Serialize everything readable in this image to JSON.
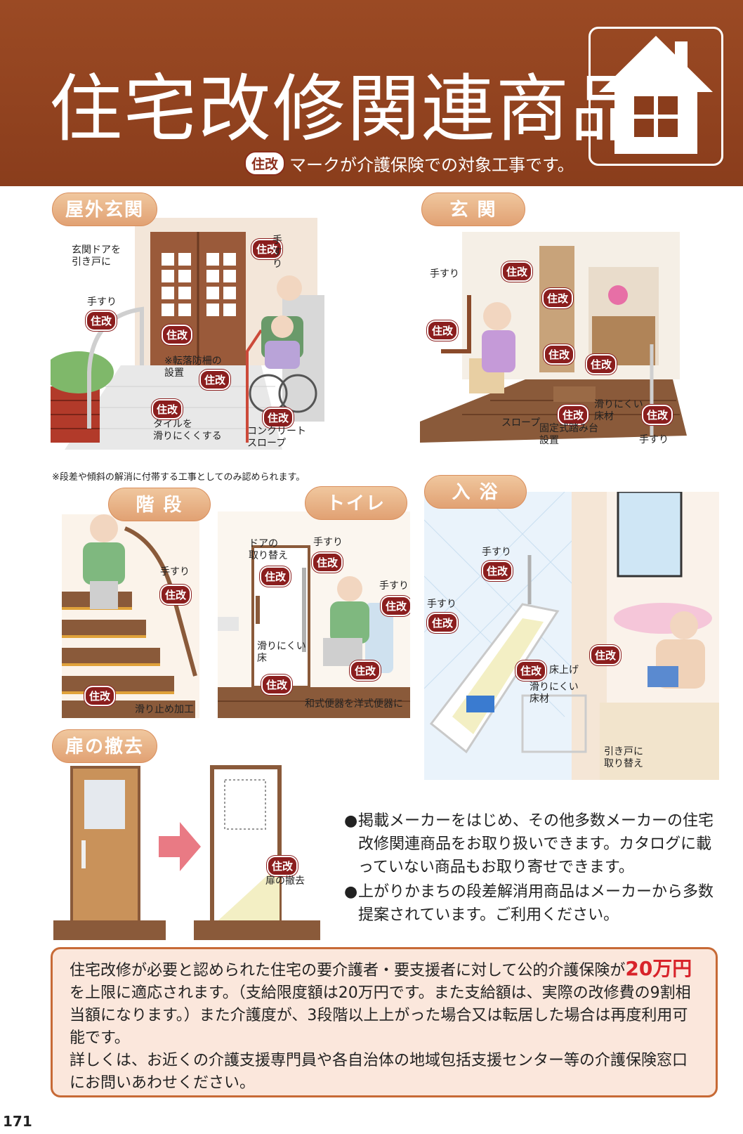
{
  "header": {
    "title": "住宅改修関連商品",
    "chip": "住改",
    "subtitle": "マークが介護保険での対象工事です。"
  },
  "badge": "住改",
  "sections": {
    "outdoor": {
      "title": "屋外玄関",
      "labels": {
        "door": "玄関ドアを\n引き戸に",
        "handrail_left": "手すり",
        "handrail_right": "手\nす\nり",
        "fence": "※転落防柵の\n設置",
        "tile": "タイルを\n滑りにくくする",
        "slope": "コンクリート\nスロープ"
      },
      "note": "※段差や傾斜の解消に付帯する工事としてのみ認められます。"
    },
    "entrance": {
      "title": "玄 関",
      "labels": {
        "handrail_top": "手すり",
        "slope": "スロープ",
        "floor": "滑りにくい\n床材",
        "step": "固定式踏み台\n設置",
        "handrail_bottom": "手すり"
      }
    },
    "stairs": {
      "title": "階 段",
      "labels": {
        "handrail": "手すり",
        "antislip": "滑り止め加工"
      }
    },
    "toilet": {
      "title": "トイレ",
      "labels": {
        "door": "ドアの\n取り替え",
        "handrail_a": "手すり",
        "handrail_b": "手すり",
        "floor": "滑りにくい\n床",
        "toilet": "和式便器を洋式便器に"
      }
    },
    "bath": {
      "title": "入 浴",
      "labels": {
        "handrail_a": "手すり",
        "handrail_b": "手すり",
        "raise": "床上げ",
        "floor": "滑りにくい\n床材",
        "door": "引き戸に\n取り替え"
      }
    },
    "door_removal": {
      "title": "扉の撤去",
      "labels": {
        "remove": "扉の撤去"
      }
    }
  },
  "bullets": [
    "掲載メーカーをはじめ、その他多数メーカーの住宅改修関連商品をお取り扱いできます。カタログに載っていない商品もお取り寄せできます。",
    "上がりかまちの段差解消用商品はメーカーから多数提案されています。ご利用ください。"
  ],
  "bullet_mark": "●",
  "info": {
    "line1": "住宅改修が必要と認められた住宅の要介護者・要支援者に対して公的介護保険が",
    "highlight": "20万円",
    "line2": "を上限に適応されます。（支給限度額は20万円です。また支給額は、実際の改修費の9割相当額になります。）また介護度が、3段階以上上がった場合又は転居した場合は再度利用可能です。",
    "line3": "詳しくは、お近くの介護支援専門員や各自治体の地域包括支援センター等の介護保険窓口にお問いあわせください。"
  },
  "page_number": "171",
  "colors": {
    "header": "#8a3d1c",
    "badge": "#8b1e1e",
    "pill": "#e1a173",
    "accent_red": "#d8232a"
  }
}
